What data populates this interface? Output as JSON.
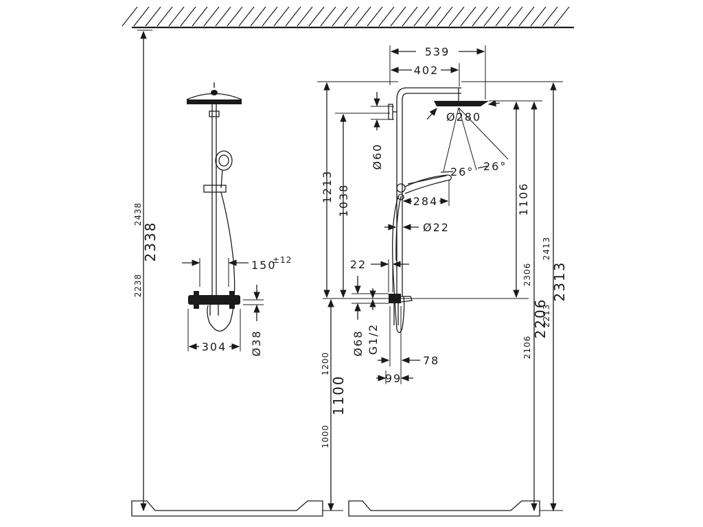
{
  "left_view": {
    "height_2438": "2438",
    "height_2338": "2338",
    "height_2238": "2238",
    "offset_150": "150",
    "offset_150_tol": "±12",
    "width_304": "304",
    "dia_38": "Ø38"
  },
  "right_view": {
    "width_539": "539",
    "width_402": "402",
    "dia_280": "Ø280",
    "dia_60": "Ø60",
    "angle_26_a": "26°",
    "angle_26_b": "26°",
    "reach_284": "284",
    "dia_22": "Ø22",
    "offset_22": "22",
    "height_1213": "1213",
    "height_1038": "1038",
    "height_1106": "1106",
    "height_2306": "2306",
    "height_2413": "2413",
    "height_2206": "2206",
    "height_2313": "2313",
    "height_2213": "2213",
    "height_2106": "2106",
    "dia_68": "Ø68",
    "thread": "G1/2",
    "dim_78": "78",
    "dim_99": "99",
    "height_1200": "1200",
    "height_1100": "1100",
    "height_1000": "1000"
  }
}
